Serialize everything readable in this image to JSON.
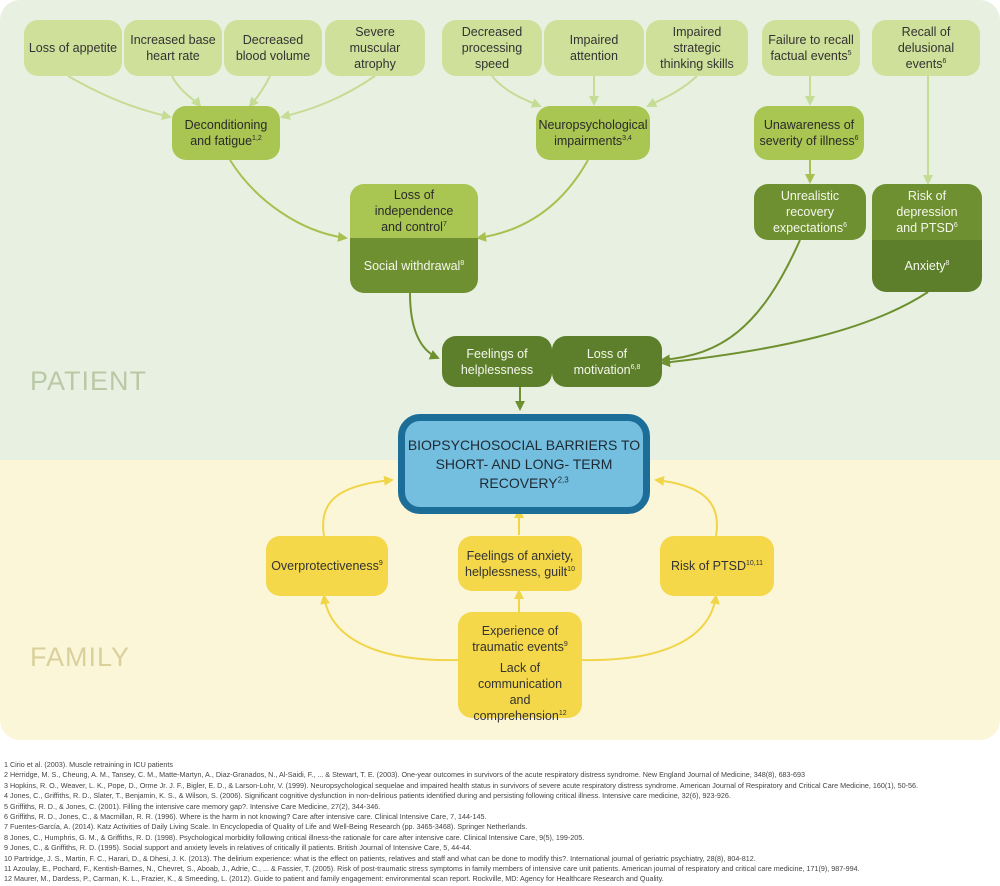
{
  "sections": {
    "patient": "PATIENT",
    "family": "FAMILY"
  },
  "central": {
    "line1": "BIOPSYCHOSOCIAL BARRIERS TO",
    "line2": "SHORT- AND LONG- TERM RECOVERY",
    "sup": "2,3"
  },
  "patient": {
    "loss_of_appetite": "Loss of appetite",
    "increased_base_heart_rate": {
      "line1": "Increased base",
      "line2": "heart rate"
    },
    "decreased_blood_volume": {
      "line1": "Decreased",
      "line2": "blood volume"
    },
    "severe_muscular_atrophy": {
      "line1": "Severe muscular",
      "line2": "atrophy"
    },
    "decreased_processing_speed": {
      "line1": "Decreased",
      "line2": "processing speed"
    },
    "impaired_attention": {
      "line1": "Impaired",
      "line2": "attention"
    },
    "impaired_strategic_thinking": {
      "line1": "Impaired strategic",
      "line2": "thinking skills"
    },
    "failure_to_recall": {
      "line1": "Failure to recall",
      "line2": "factual events",
      "sup": "5"
    },
    "recall_of_delusional": {
      "line1": "Recall of",
      "line2": "delusional events",
      "sup": "6"
    },
    "deconditioning": {
      "line1": "Deconditioning",
      "line2": "and fatigue",
      "sup": "1,2"
    },
    "neuropsychological": {
      "line1": "Neuropsychological",
      "line2": "impairments",
      "sup": "3,4"
    },
    "unawareness": {
      "line1": "Unawareness of",
      "line2": "severity of illness",
      "sup": "6"
    },
    "loss_of_independence": {
      "line1": "Loss of independence",
      "line2": "and control",
      "sup": "7"
    },
    "social_withdrawal": {
      "line1": "Social withdrawal",
      "sup": "8"
    },
    "unrealistic_recovery": {
      "line1": "Unrealistic recovery",
      "line2": "expectations",
      "sup": "6"
    },
    "risk_of_depression": {
      "line1": "Risk of depression",
      "line2": "and PTSD",
      "sup": "6"
    },
    "anxiety": {
      "line1": "Anxiety",
      "sup": "8"
    },
    "feelings_of_helplessness": {
      "line1": "Feelings of",
      "line2": "helplessness"
    },
    "loss_of_motivation": {
      "line1": "Loss of motivation",
      "sup": "6,8"
    }
  },
  "family": {
    "overprotectiveness": {
      "line1": "Overprotectiveness",
      "sup": "9"
    },
    "feelings_anxiety": {
      "line1": "Feelings of anxiety,",
      "line2": "helplessness, guilt",
      "sup": "10"
    },
    "risk_of_ptsd": {
      "line1": "Risk of PTSD",
      "sup": "10,11"
    },
    "traumatic_events": {
      "line1": "Experience of",
      "line2": "traumatic events",
      "sup": "9"
    },
    "lack_of_communication": {
      "line1": "Lack of communication",
      "line2": "and comprehension",
      "sup": "12"
    }
  },
  "colors": {
    "light": "#cfe09a",
    "medium": "#a9c552",
    "dark": "#6f9030",
    "yellow": "#f4d84a",
    "central_border": "#1d6d99",
    "central_fill": "#74bedf"
  },
  "references": [
    "1 Cirio et al. (2003). Muscle retraining in ICU patients",
    "2 Herridge, M. S., Cheung, A. M., Tansey, C. M., Matte-Martyn, A., Diaz-Granados, N., Al-Saidi, F., ... & Stewart, T. E. (2003). One-year outcomes in survivors of the acute respiratory distress syndrome. New England Journal of Medicine, 348(8), 683-693",
    "3 Hopkins, R. O., Weaver, L. K., Pope, D., Orme Jr. J. F., Bigler, E. D., & Larson-Lohr, V. (1999). Neuropsychological sequelae and impaired health status in survivors of severe acute respiratory distress syndrome. American Journal of Respiratory and Critical Care Medicine, 160(1), 50-56.",
    "4 Jones, C., Griffiths, R. D., Slater, T., Benjamin, K. S., & Wilson, S. (2006). Significant cognitive dysfunction in non-delirious patients identified during and persisting following critical illness. Intensive care medicine, 32(6), 923-926.",
    "5 Griffiths, R. D., & Jones, C. (2001). Filling the intensive care memory gap?. Intensive Care Medicine, 27(2), 344-346.",
    "6 Griffiths, R. D., Jones, C., & Macmillan, R. R. (1996). Where is the harm in not knowing? Care after intensive care. Clinical Intensive Care, 7, 144-145.",
    "7 Fuentes-García, A. (2014). Katz Activities of Daily Living Scale. In Encyclopedia of Quality of Life and Well-Being Research (pp. 3465-3468). Springer Netherlands.",
    "8 Jones, C., Humphris, G. M., & Griffiths, R. D. (1998). Psychological morbidity following critical illness-the rationale for care after intensive care. Clinical Intensive Care, 9(5), 199-205.",
    "9 Jones, C., & Griffiths, R. D. (1995). Social support and anxiety levels in relatives of critically ill patients. British Journal of Intensive Care, 5, 44-44.",
    "10 Partridge, J. S., Martin, F. C., Harari, D., & Dhesi, J. K. (2013). The delirium experience: what is the effect on patients, relatives and staff and what can be done to modify this?. International journal of geriatric psychiatry, 28(8), 804-812.",
    "11 Azoulay, E., Pochard, F., Kentish-Barnes, N., Chevret, S., Aboab, J., Adrie, C., ... & Fassier, T. (2005). Risk of post-traumatic stress symptoms in family members of intensive care unit patients. American journal of respiratory and critical care medicine, 171(9), 987-994.",
    "12 Maurer, M., Dardess, P., Carman, K. L., Frazier, K., & Smeeding, L. (2012). Guide to patient and family engagement: environmental scan report. Rockville, MD: Agency for Healthcare Research and Quality."
  ]
}
